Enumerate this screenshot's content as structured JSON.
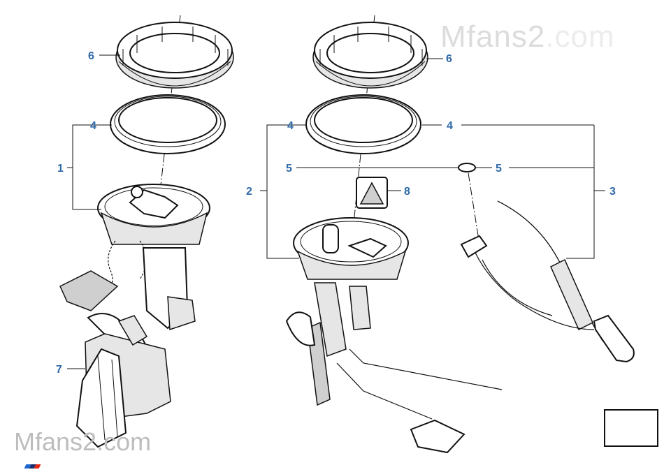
{
  "watermark_top": {
    "brand": "Mfans2",
    "suffix": ".com"
  },
  "watermark_bottom": {
    "brand": "Mfans2",
    "suffix": ".com"
  },
  "callouts": {
    "left_6": "6",
    "left_4": "4",
    "left_1": "1",
    "left_7": "7",
    "mid_6": "6",
    "mid_4a": "4",
    "mid_4b": "4",
    "mid_5a": "5",
    "mid_5b": "5",
    "mid_2": "2",
    "mid_8": "8",
    "right_3": "3"
  },
  "nav_icon": "arrow-back-icon",
  "colors": {
    "callout": "#2f6aa8",
    "line": "#111111",
    "watermark": "#dcdcdc",
    "stripe": [
      "#1c69d4",
      "#1a2f6b",
      "#e22718"
    ]
  }
}
